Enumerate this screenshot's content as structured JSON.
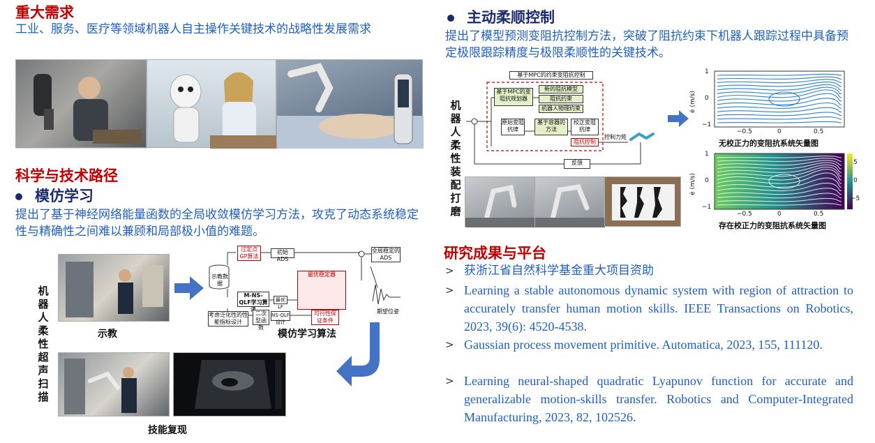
{
  "major_needs": {
    "title": "重大需求",
    "text": "工业、服务、医疗等领域机器人自主操作关键技术的战略性发展需求"
  },
  "tech_route": {
    "title": "科学与技术路径",
    "imitation": {
      "title": "模仿学习",
      "text": "提出了基于神经网络能量函数的全局收敛模仿学习方法，攻克了动态系统稳定性与精确性之间难以兼顾和局部极小值的难题。",
      "vertical_label": "机器人柔性超声扫描",
      "cap_demo": "示教",
      "cap_algo": "模仿学习算法",
      "cap_repro": "技能复现",
      "diagram": {
        "b_gp": "过定点GP算法",
        "b_init": "初始ADS",
        "b_global": "全局稳定的ADS",
        "b_data": "示教数据",
        "b_opt": "最优稳定器",
        "b_mns": "M-NS-QLF学习算法",
        "b_lf": "最优LF",
        "b_design": "考虑泛化性的性能指标设计",
        "b_quad": "二次型函数",
        "b_nsq": "NS-QLF设计",
        "b_feas": "可行性保证条件",
        "b_pos": "期望位姿"
      }
    },
    "compliance": {
      "title": "主动柔顺控制",
      "text": "提出了模型预测变阻抗控制方法，突破了阻抗约束下机器人跟踪过程中具备预定极限跟踪精度与极限柔顺性的关键技术。",
      "vertical_label": "机器人柔性装配打磨",
      "diagram": {
        "b_top": "基于MPC的约束变阻抗控制",
        "b_planner": "基于MPC的变阻抗规划器",
        "b_new_model": "新的阻抗模型",
        "b_constraint": "阻抗约束",
        "b_phys": "机器人物理约束",
        "b_orig": "原始变阻抗律",
        "b_container": "基于容器的方法",
        "b_corrected": "校正变阻抗律",
        "b_imp_ctrl": "阻抗控制",
        "b_torque": "控制力矩",
        "b_feedback": "反馈"
      },
      "vf1": {
        "caption": "无校正力的变阻抗系统矢量图",
        "ylabel": "ė (m/s)",
        "yticks": [
          "1",
          "0",
          "−1"
        ],
        "xticks": [
          "−0.5",
          "0",
          "0.5"
        ]
      },
      "vf2": {
        "caption": "存在校正力的变阻抗系统矢量图",
        "ylabel": "ė (m/s)",
        "yticks": [
          "1",
          "0",
          "−1"
        ],
        "xticks": [
          "−0.5",
          "0",
          "0.5"
        ],
        "cbar_ticks": [
          "5",
          "0",
          "−5"
        ]
      }
    }
  },
  "results": {
    "title": "研究成果与平台",
    "items": [
      "获浙江省自然科学基金重大项目资助",
      "Learning a stable autonomous dynamic system with region of attraction to accurately transfer human motion skills. IEEE Transactions on Robotics, 2023, 39(6): 4520-4538.",
      "Gaussian process movement primitive. Automatica, 2023, 155, 111120.",
      "Learning neural-shaped quadratic Lyapunov function for accurate and generalizable motion-skills transfer. Robotics and Computer-Integrated Manufacturing, 2023, 82, 102526."
    ]
  },
  "colors": {
    "red_heading": "#c00000",
    "blue_text": "#1f5fbf",
    "navy_heading": "#1a2a6c",
    "arrow_blue": "#4472c4"
  }
}
